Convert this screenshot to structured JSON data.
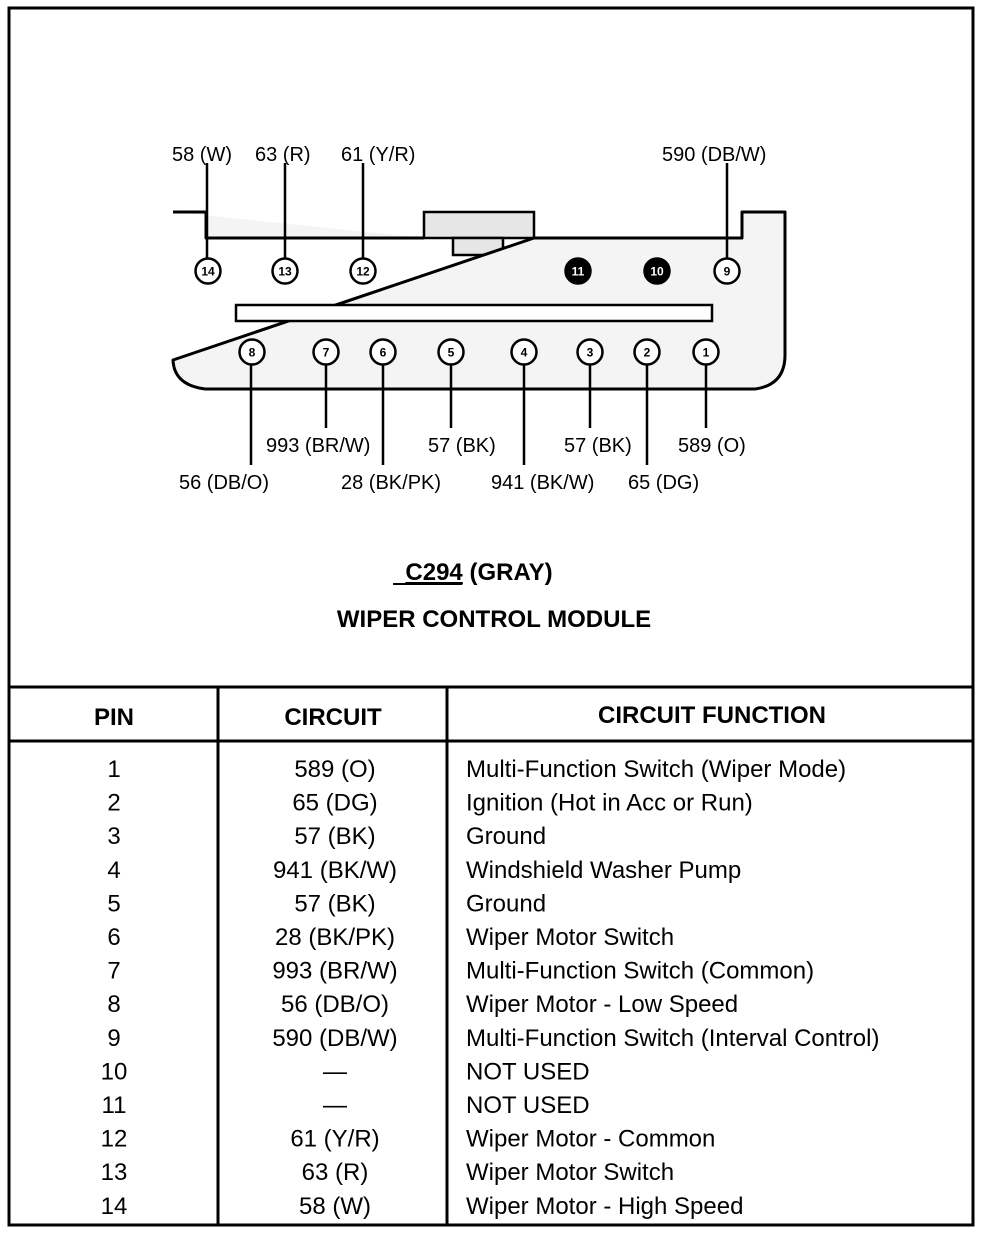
{
  "connector": {
    "id": "C294",
    "color": "(GRAY)",
    "module": "WIPER CONTROL MODULE"
  },
  "pins": [
    {
      "pin": "1",
      "circuit": "589 (O)",
      "function": "Multi-Function Switch (Wiper Mode)",
      "used": true
    },
    {
      "pin": "2",
      "circuit": "65 (DG)",
      "function": "Ignition (Hot in Acc or Run)",
      "used": true
    },
    {
      "pin": "3",
      "circuit": "57 (BK)",
      "function": "Ground",
      "used": true
    },
    {
      "pin": "4",
      "circuit": "941 (BK/W)",
      "function": "Windshield Washer Pump",
      "used": true
    },
    {
      "pin": "5",
      "circuit": "57 (BK)",
      "function": "Ground",
      "used": true
    },
    {
      "pin": "6",
      "circuit": "28 (BK/PK)",
      "function": "Wiper Motor Switch",
      "used": true
    },
    {
      "pin": "7",
      "circuit": "993 (BR/W)",
      "function": "Multi-Function Switch (Common)",
      "used": true
    },
    {
      "pin": "8",
      "circuit": "56 (DB/O)",
      "function": "Wiper Motor - Low Speed",
      "used": true
    },
    {
      "pin": "9",
      "circuit": "590 (DB/W)",
      "function": "Multi-Function Switch (Interval Control)",
      "used": true
    },
    {
      "pin": "10",
      "circuit": "—",
      "function": "NOT USED",
      "used": false
    },
    {
      "pin": "11",
      "circuit": "—",
      "function": "NOT USED",
      "used": false
    },
    {
      "pin": "12",
      "circuit": "61 (Y/R)",
      "function": "Wiper Motor - Common",
      "used": true
    },
    {
      "pin": "13",
      "circuit": "63 (R)",
      "function": "Wiper Motor Switch",
      "used": true
    },
    {
      "pin": "14",
      "circuit": "58 (W)",
      "function": "Wiper Motor - High Speed",
      "used": true
    }
  ],
  "table": {
    "headers": {
      "pin": "PIN",
      "circuit": "CIRCUIT",
      "function": "CIRCUIT FUNCTION"
    }
  }
}
